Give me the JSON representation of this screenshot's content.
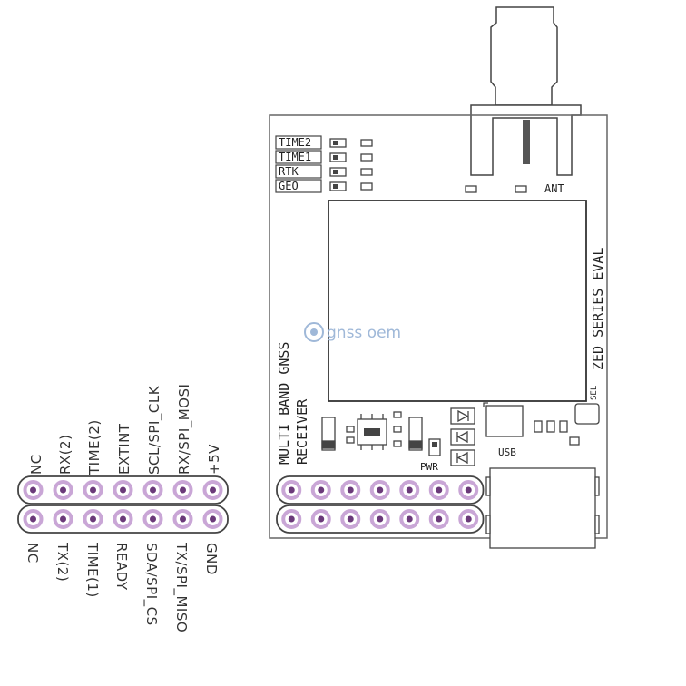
{
  "board": {
    "led_labels": [
      "TIME2",
      "TIME1",
      "RTK",
      "GEO"
    ],
    "antenna_label": "ANT",
    "series_label": "ZED SERIES EVAL",
    "receiver_line1": "MULTI BAND GNSS",
    "receiver_line2": "RECEIVER",
    "sel_label": "SEL",
    "usb_label": "USB",
    "pwr_label": "PWR",
    "watermark": "gnss oem"
  },
  "pinout": {
    "top_row": [
      "NC",
      "RX(2)",
      "TIME(2)",
      "EXTINT",
      "SCL/SPI_CLK",
      "RX/SPI_MOSI",
      "+5V"
    ],
    "bottom_row": [
      "NC",
      "TX(2)",
      "TIME(1)",
      "READY",
      "SDA/SPI_CS",
      "TX/SPI_MISO",
      "GND"
    ]
  },
  "colors": {
    "outline": "#444444",
    "pad_ring": "#c9a6d6",
    "pad_hole": "#6b3a7a",
    "watermark": "#9fb8d8"
  }
}
